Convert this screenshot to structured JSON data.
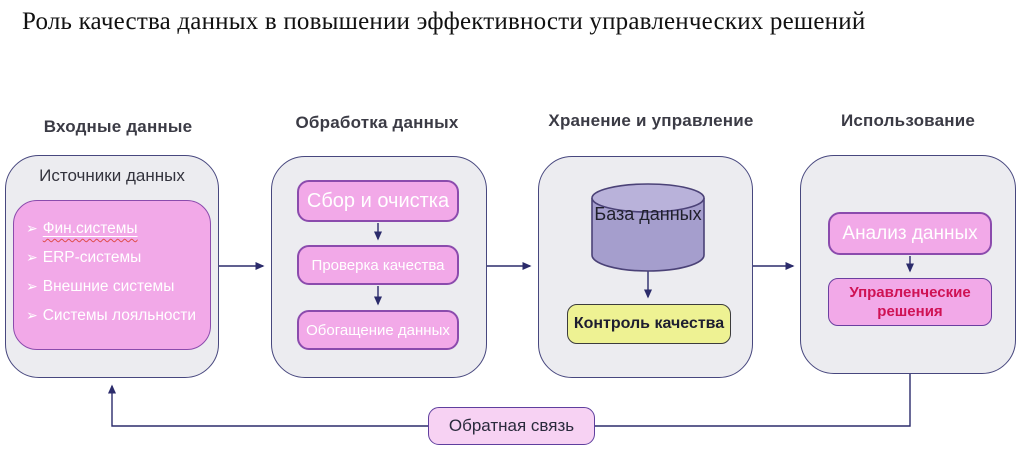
{
  "title": "Роль качества данных в повышении эффективности управленческих решений",
  "icons": {
    "bullet": "➢",
    "database_cylinder": "cylinder",
    "arrow": "navy-arrow"
  },
  "columns": {
    "input": {
      "header": "Входные данные",
      "sources_label": "Источники данных",
      "sources": [
        "Фин.системы",
        "ERP-системы",
        "Внешние системы",
        "Системы лояльности"
      ]
    },
    "processing": {
      "header": "Обработка данных",
      "steps": [
        "Сбор и очистка",
        "Проверка качества",
        "Обогащение данных"
      ]
    },
    "storage": {
      "header": "Хранение и управление",
      "database": "База данных",
      "quality_control": "Контроль качества"
    },
    "usage": {
      "header": "Использование",
      "analysis": "Анализ данных",
      "decisions": "Управленческие решения"
    }
  },
  "feedback": {
    "label": "Обратная связь"
  },
  "colors": {
    "process_pink": "#f2a9e8",
    "process_border": "#8b4bad",
    "container_fill": "#ececf0",
    "container_border": "#47477e",
    "cylinder_body": "#a59ecd",
    "cylinder_top": "#b9b2da",
    "quality_yellow": "#eef293",
    "arrow_navy": "#2b2b6b",
    "decisions_text": "#cf1254",
    "feedback_fill": "#f7d2f3",
    "spellcheck_red": "#e04b4b"
  }
}
